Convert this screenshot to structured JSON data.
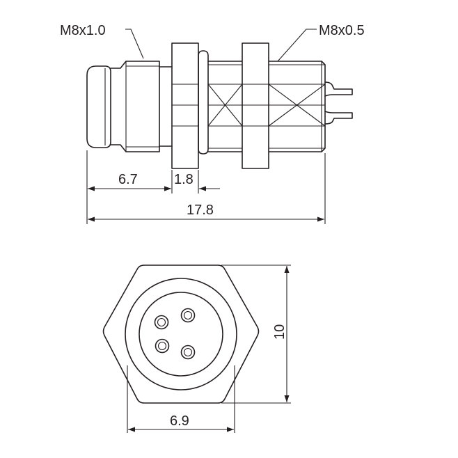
{
  "labels": {
    "thread_front": "M8x1.0",
    "thread_rear": "M8x0.5",
    "dim_front_length": "6.7",
    "dim_nut_thickness": "1.8",
    "dim_total_length": "17.8",
    "dim_hex_height": "10",
    "dim_hex_width": "6.9"
  },
  "colors": {
    "line": "#231f20",
    "background": "#ffffff"
  }
}
